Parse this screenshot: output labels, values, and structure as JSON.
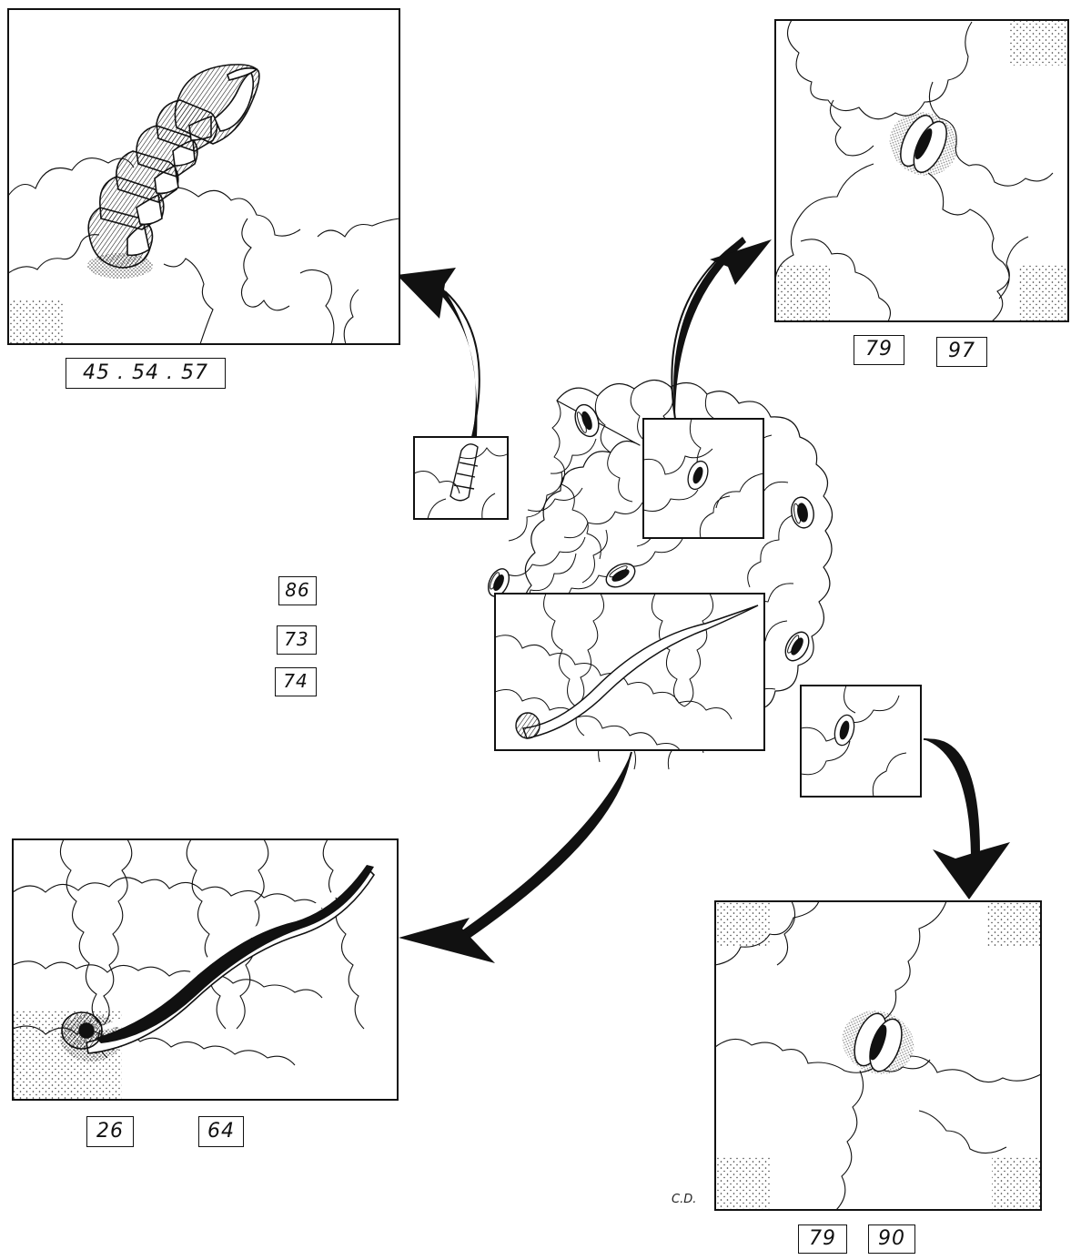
{
  "panels": {
    "top_left": {
      "ref_labels": [
        "45 . 54 . 57"
      ]
    },
    "top_right": {
      "ref_labels": [
        "79",
        "97"
      ]
    },
    "bottom_left": {
      "ref_labels": [
        "26",
        "64"
      ]
    },
    "bottom_right": {
      "ref_labels": [
        "79",
        "90"
      ]
    }
  },
  "side_labels": [
    "86",
    "73",
    "74"
  ],
  "signature": "C.D."
}
